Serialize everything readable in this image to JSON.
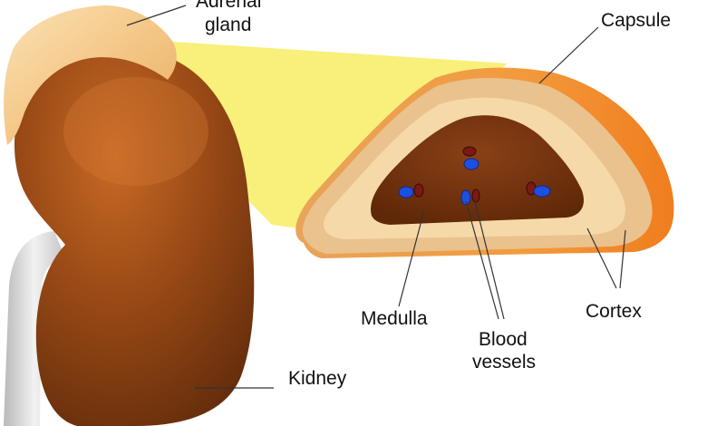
{
  "labels": {
    "adrenal_line1": "Adrenal",
    "adrenal_line2": "gland",
    "capsule": "Capsule",
    "medulla": "Medulla",
    "blood_line1": "Blood",
    "blood_line2": "vessels",
    "cortex": "Cortex",
    "kidney": "Kidney"
  },
  "colors": {
    "kidney": "#8a3f10",
    "kidney_highlight": "#c0601e",
    "adrenal_gland": "#f2c27e",
    "zoom_wedge": "#f8f07a",
    "capsule": "#f0943a",
    "cortex_outer": "#e9c28e",
    "cortex_inner": "#f7dcae",
    "medulla": "#7a3510",
    "vein": "#1f4fe0",
    "artery": "#7a1a12",
    "ureter": "#d9d9d9"
  }
}
